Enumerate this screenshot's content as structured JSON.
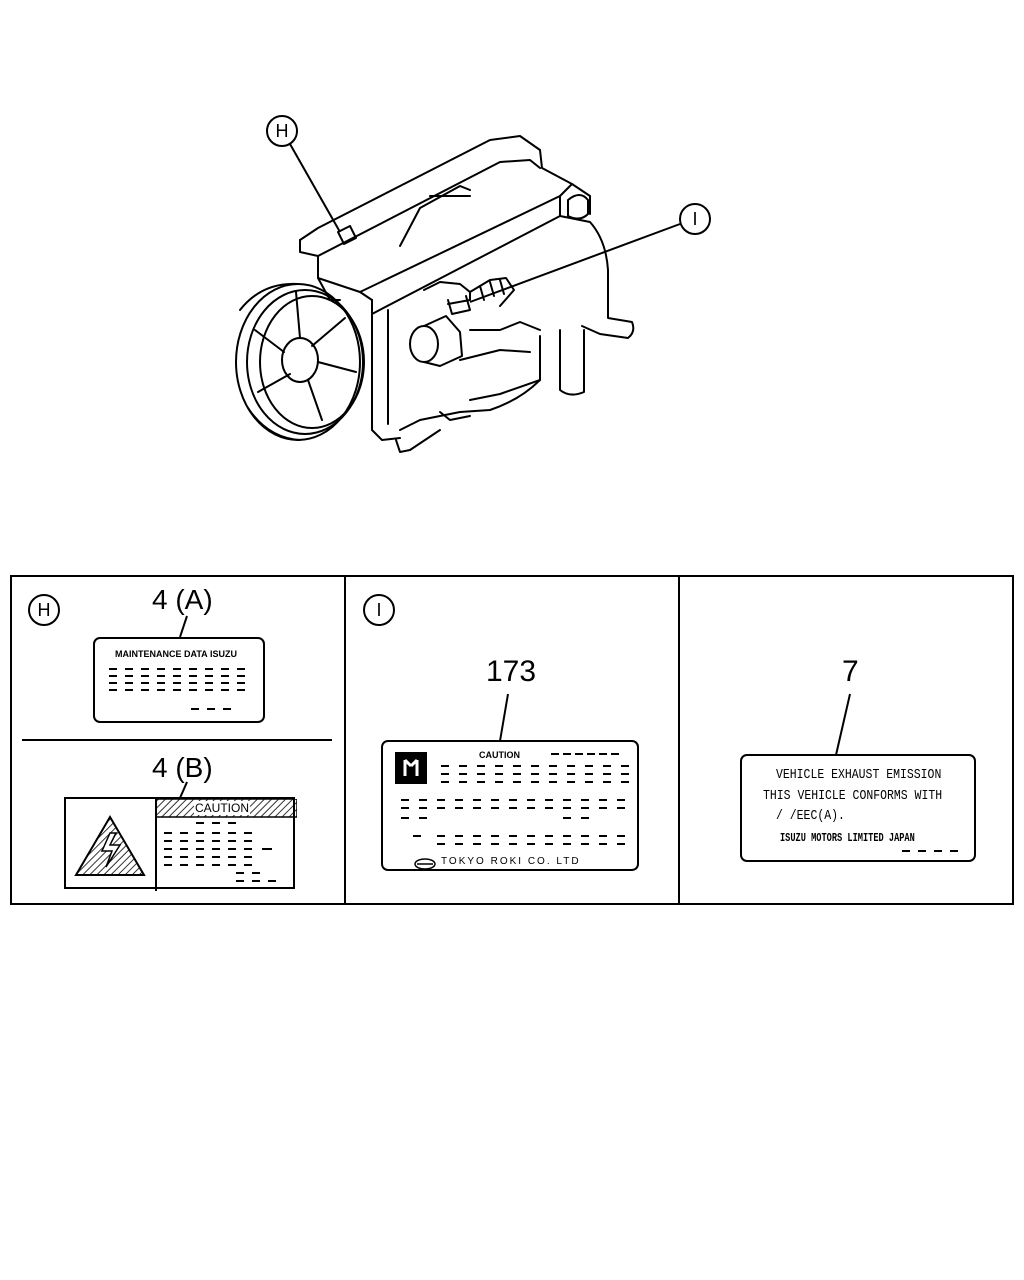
{
  "callouts": {
    "h": "H",
    "i": "I"
  },
  "panels": {
    "h": {
      "letter": "H",
      "part_a": "4 (A)",
      "part_b": "4 (B)",
      "label_a_title": "MAINTENANCE DATA",
      "label_a_brand": "ISUZU",
      "label_b_title": "CAUTION"
    },
    "i": {
      "letter": "I",
      "part": "173",
      "title": "CAUTION",
      "maker": "TOKYO ROKI CO. LTD"
    },
    "emission": {
      "part": "7",
      "line1": "VEHICLE EXHAUST EMISSION",
      "line2": "THIS VEHICLE CONFORMS WITH",
      "line3": "/  /EEC(A).",
      "line4": "ISUZU MOTORS LIMITED JAPAN"
    }
  }
}
